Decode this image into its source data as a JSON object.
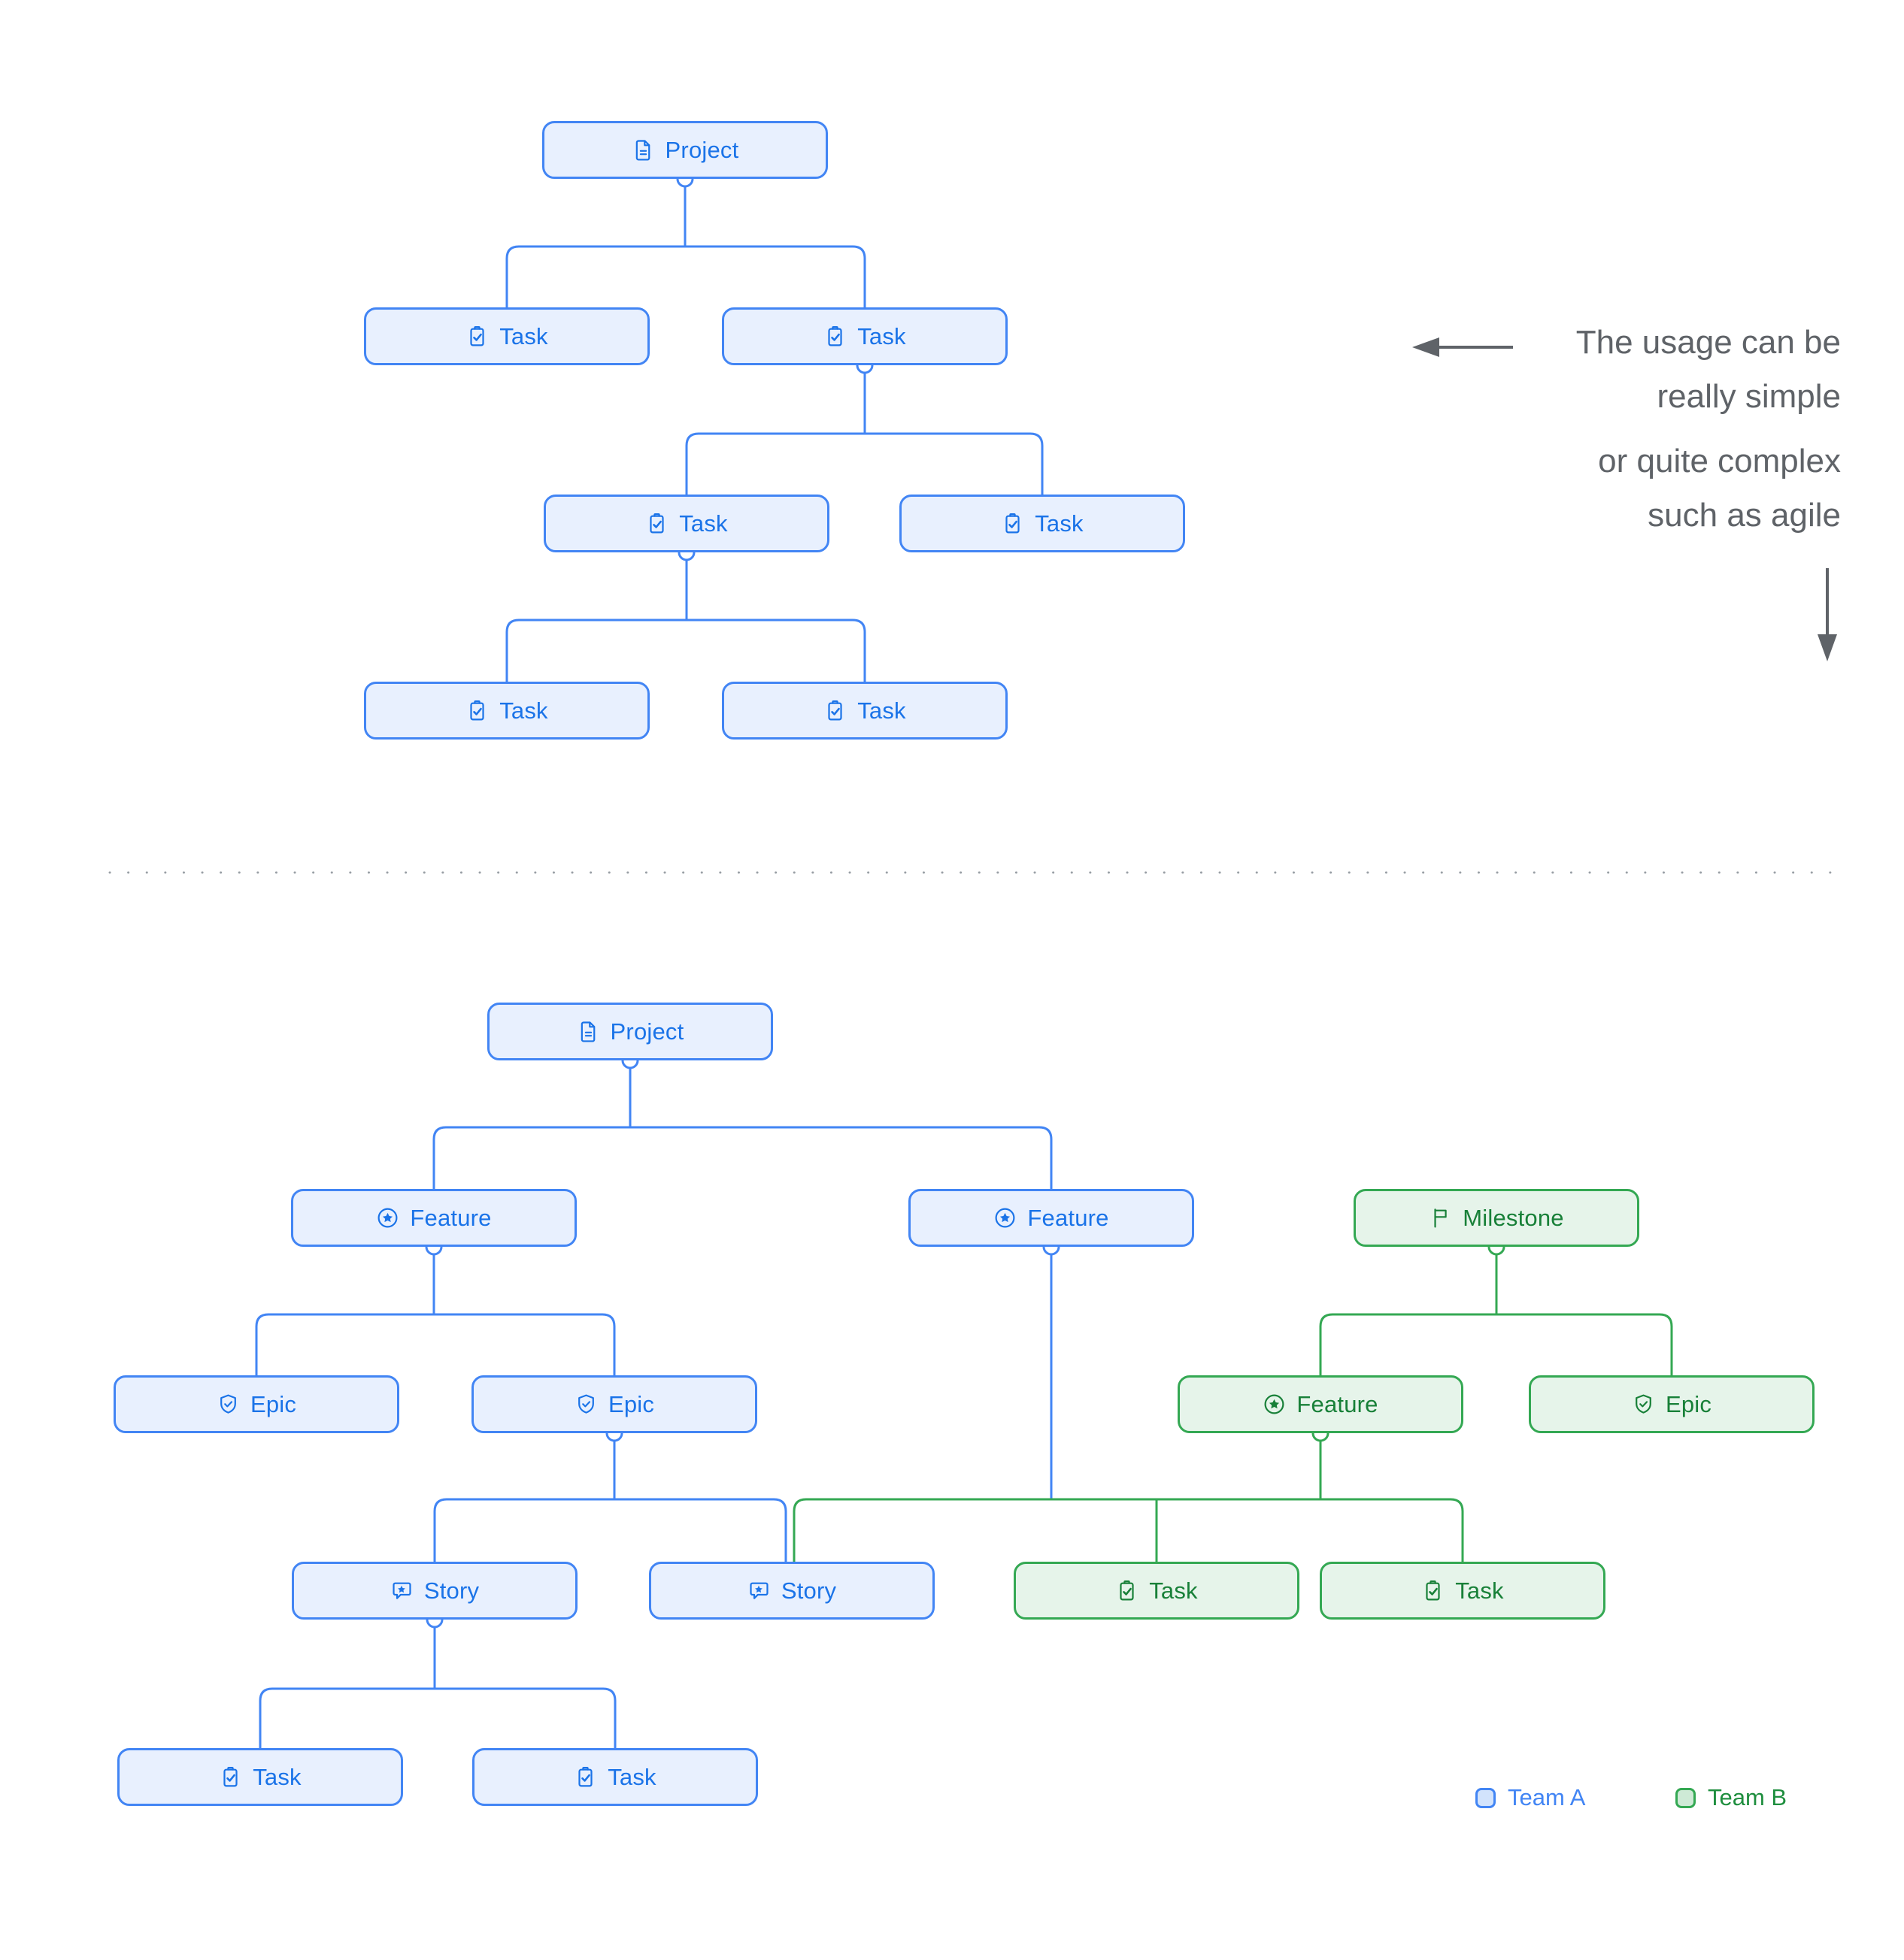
{
  "labels": {
    "project": "Project",
    "task": "Task",
    "feature": "Feature",
    "epic": "Epic",
    "milestone": "Milestone",
    "story": "Story"
  },
  "annotations": {
    "simple_line1": "The usage can be",
    "simple_line2": "really simple",
    "complex_line1": "or quite complex",
    "complex_line2": "such as agile"
  },
  "legend": {
    "team_a": "Team A",
    "team_b": "Team B"
  },
  "palette": {
    "team_a_border": "#4285f4",
    "team_a_text": "#1a73e8",
    "team_a_fill": "#e8f0fe",
    "team_b_border": "#34a853",
    "team_b_text": "#188038",
    "team_b_fill": "#e6f4ea",
    "annotation_text": "#5f6368",
    "divider_dots": "#9aa0a6"
  },
  "icons": {
    "project": "document-icon",
    "task": "clipboard-check-icon",
    "feature": "star-circle-icon",
    "epic": "shield-check-icon",
    "milestone": "flag-icon",
    "story": "story-bubble-icon"
  },
  "trees": {
    "simple": "Project > [Task, Task]; second Task > [Task, Task]; first of those > [Task, Task]",
    "complex_team_a": "Project > [Feature, Feature]; Feature1 > [Epic, Epic]; Epic2 > [Story, Story]; Story1 > [Task, Task]; Feature2 links to shared group",
    "complex_team_b": "Milestone > [Feature, Epic]; Feature > [Story(shared), Task, Task]"
  }
}
